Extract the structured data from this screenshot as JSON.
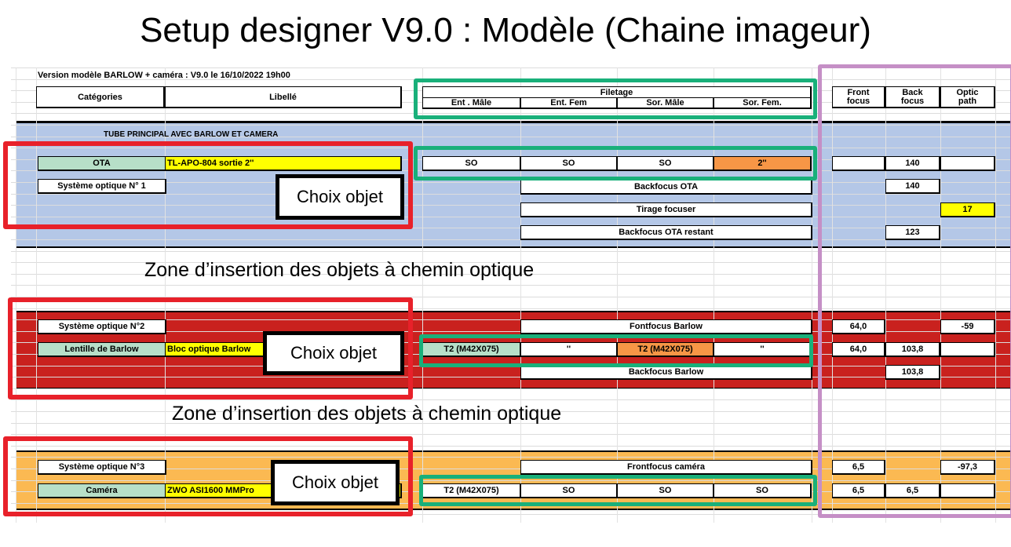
{
  "title": "Setup designer V9.0 : Modèle (Chaine imageur)",
  "version_line": "Version modèle BARLOW  + caméra : V9.0 le 16/10/2022 19h00",
  "header": {
    "categories": "Catégories",
    "libelle": "Libellé",
    "filetage": "Filetage",
    "ent_male": "Ent . Mâle",
    "ent_fem": "Ent. Fem",
    "sor_male": "Sor. Mâle",
    "sor_fem": "Sor. Fem.",
    "front_focus_1": "Front",
    "front_focus_2": "focus",
    "back_focus_1": "Back",
    "back_focus_2": "focus",
    "optic_path_1": "Optic",
    "optic_path_2": "path"
  },
  "section1": {
    "title": "TUBE PRINCIPAL AVEC BARLOW ET CAMERA",
    "ota_category": "OTA",
    "ota_name": "TL-APO-804 sortie 2''",
    "thread_1": "SO",
    "thread_2": "SO",
    "thread_3": "SO",
    "thread_4": "2''",
    "back_focus": "140",
    "system_label": "Système optique N° 1",
    "backfocus_ota_label": "Backfocus OTA",
    "backfocus_ota_value": "140",
    "tirage_label": "Tirage focuser",
    "tirage_value": "17",
    "restant_label": "Backfocus OTA restant",
    "restant_value": "123"
  },
  "zone_text": "Zone d’insertion des objets à chemin optique",
  "section2": {
    "system_label": "Système optique N°2",
    "fontfocus_label": "Fontfocus Barlow",
    "front_focus": "64,0",
    "optic_path": "-59",
    "category": "Lentille de Barlow",
    "name": "Bloc optique Barlow",
    "thread_1": "T2 (M42X075)",
    "thread_2": "''",
    "thread_3": "T2 (M42X075)",
    "thread_4": "''",
    "row_front": "64,0",
    "row_back": "103,8",
    "backfocus_label": "Backfocus Barlow",
    "backfocus_value": "103,8"
  },
  "section3": {
    "system_label": "Système optique N°3",
    "frontfocus_label": "Frontfocus caméra",
    "front_focus": "6,5",
    "optic_path": "-97,3",
    "category": "Caméra",
    "name": "ZWO ASI1600 MMPro",
    "thread_1": "T2 (M42X075)",
    "thread_2": "SO",
    "thread_3": "SO",
    "thread_4": "SO",
    "row_front": "6,5",
    "row_back": "6,5"
  },
  "callout": "Choix objet",
  "colors": {
    "section1_bg": "#b4c7e7",
    "section2_bg": "#c9211e",
    "section3_bg": "#fbb952",
    "red_frame": "#e8212a",
    "green_frame": "#19b07a",
    "purple_frame": "#c58fc6"
  }
}
